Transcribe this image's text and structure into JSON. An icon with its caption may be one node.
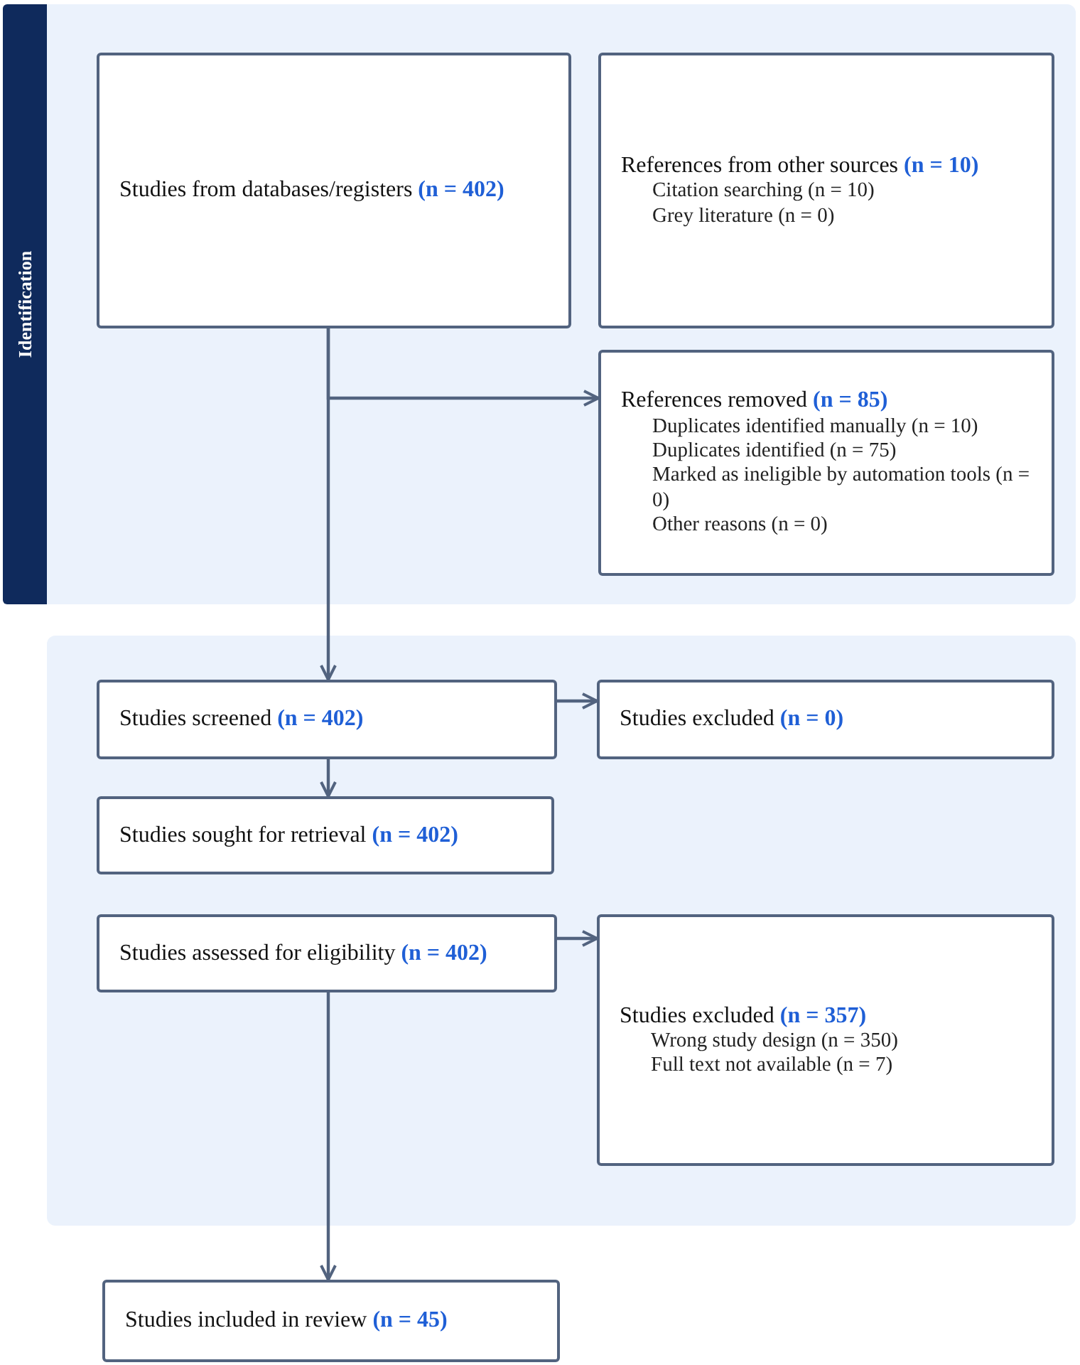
{
  "diagram": {
    "nodes": [
      {
        "text": [
          "Identification"
        ]
      },
      {
        "text": [
          "Studies from databases/registers **(n = 402)**"
        ],
        "in": 0
      },
      {
        "text": [
          "References from other sources **(n = 10)**",
          "Citation searching (n = 10)",
          "Grey literature (n = 0)"
        ],
        "in": 0
      },
      {
        "text": [
          "References removed **(n = 85)**",
          "Duplicates identified manually (n = 10)",
          "Duplicates identified (n = 75)",
          "Marked as ineligible by automation tools (n = 0)",
          "Other reasons (n = 0)"
        ],
        "in": 0
      },
      {
        "text": [],
        "shape": "box"
      },
      {
        "text": [
          "Studies screened **(n = 402)**"
        ],
        "in": 4
      },
      {
        "text": [
          "Studies excluded **(n = 0)**"
        ],
        "in": 4
      },
      {
        "text": [
          "Studies sought for retrieval **(n = 402)**"
        ],
        "in": 4
      },
      {
        "text": [
          "Studies assessed for eligibility **(n = 402)**"
        ],
        "in": 4
      },
      {
        "text": [
          "Studies excluded **(n = 357)**",
          "Wrong study design (n = 350)",
          "Full text not available (n = 7)"
        ],
        "in": 4
      },
      {
        "text": [
          "Studies included in review **(n = 45)**"
        ]
      }
    ],
    "edges": [
      {
        "from": 1,
        "to": 3,
        "arrow": "to"
      },
      {
        "from": 1,
        "to": 5,
        "arrow": "to"
      },
      {
        "from": 5,
        "to": 6,
        "arrow": "to"
      },
      {
        "from": 5,
        "to": 7,
        "arrow": "to"
      },
      {
        "from": 8,
        "to": 9,
        "arrow": "to"
      },
      {
        "from": 8,
        "to": 10,
        "arrow": "to"
      }
    ]
  }
}
